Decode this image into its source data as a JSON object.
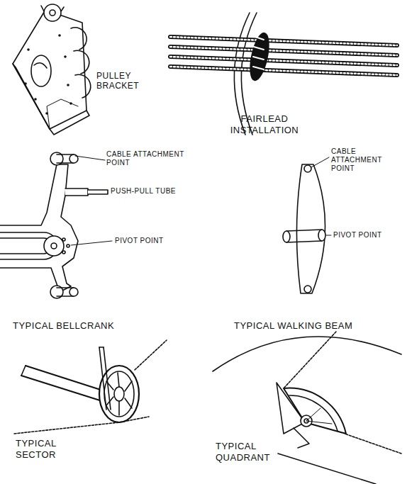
{
  "diagram": {
    "labels": [
      "PULLEY BRACKET",
      "FAIRLEAD INSTALLATION",
      "CABLE ATTACHMENT POINT",
      "PUSH-PULL TUBE",
      "PIVOT POINT",
      "TYPICAL BELLCRANK",
      "CABLE ATTACHMENT POINT",
      "PIVOT POINT",
      "TYPICAL WALKING BEAM",
      "TYPICAL SECTOR",
      "TYPICAL QUADRANT"
    ]
  }
}
